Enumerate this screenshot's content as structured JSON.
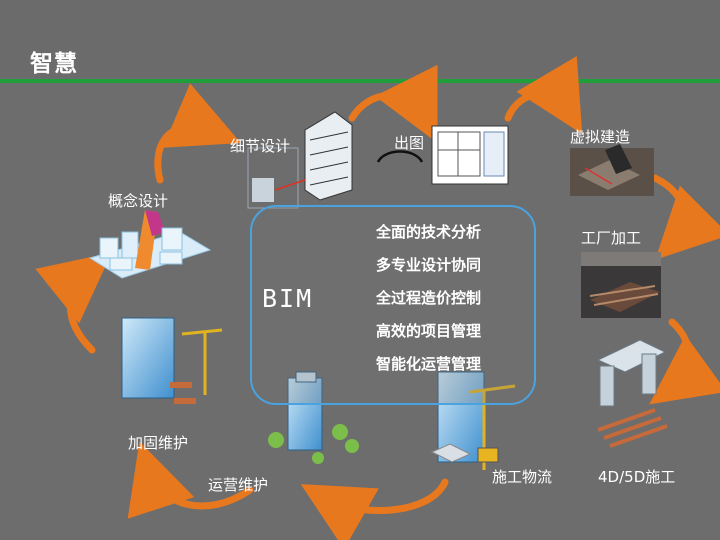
{
  "header": {
    "title": "智慧"
  },
  "center": {
    "label": "BIM",
    "features": [
      "全面的技术分析",
      "多专业设计协同",
      "全过程造价控制",
      "高效的项目管理",
      "智能化运营管理"
    ]
  },
  "nodes": {
    "concept_design": "概念设计",
    "detail_design": "细节设计",
    "drawing": "出图",
    "virtual_construction": "虚拟建造",
    "factory_processing": "工厂加工",
    "construction_4d5d": "4D/5D施工",
    "construction_logistics": "施工物流",
    "operation_maintenance": "运营维护",
    "reinforcement_maintenance": "加固维护"
  },
  "colors": {
    "accent_green": "#1f9e3a",
    "arrow_orange": "#e8781e",
    "frame_blue": "#4aa3df",
    "building_blue": "#5fb3e6"
  }
}
